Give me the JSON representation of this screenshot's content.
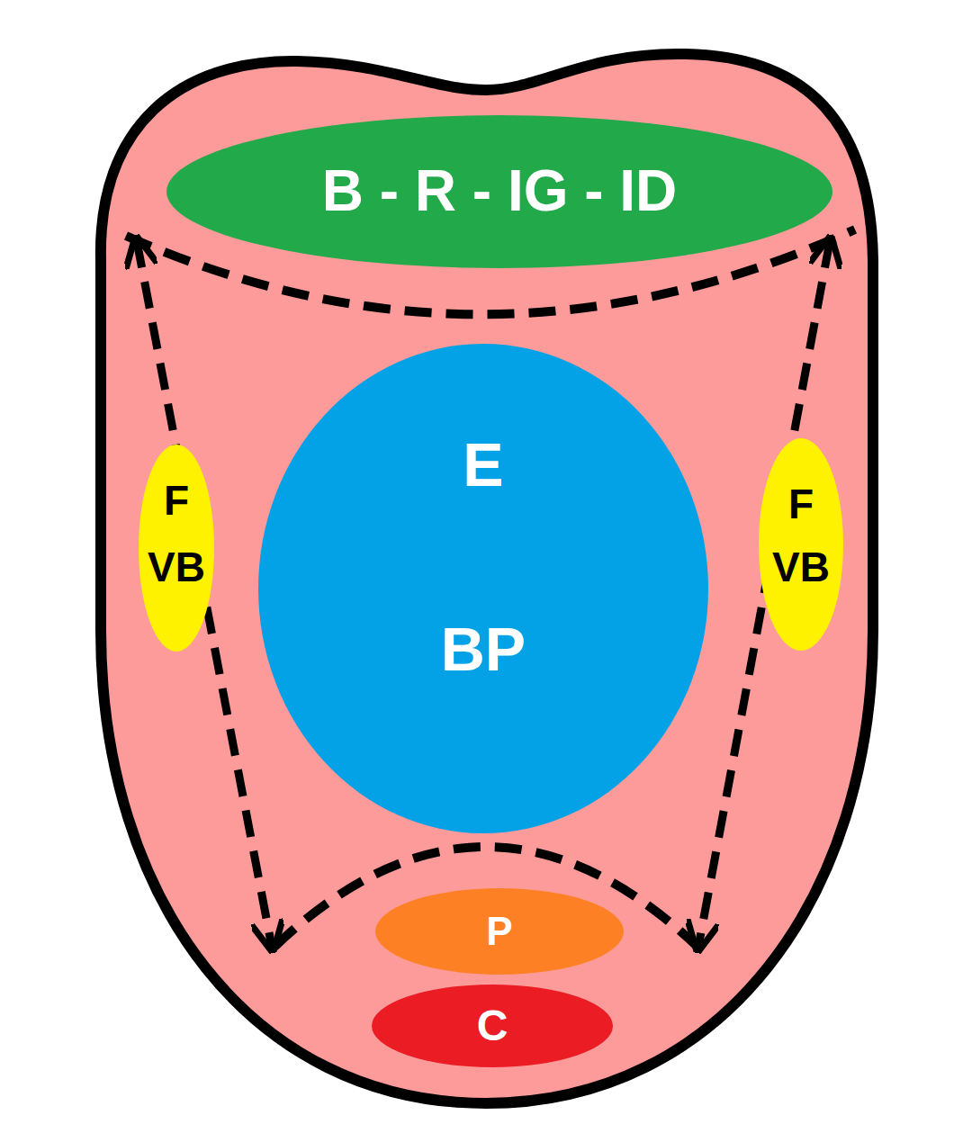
{
  "diagram": {
    "nodes": [
      {
        "text": [
          "B - R - IG - ID"
        ]
      },
      {
        "text": [
          "F",
          "VB"
        ]
      },
      {
        "text": [
          "E",
          "BP"
        ]
      },
      {
        "text": [
          "F",
          "VB"
        ]
      },
      {
        "text": [
          "P"
        ]
      },
      {
        "text": [
          "C"
        ]
      }
    ]
  }
}
